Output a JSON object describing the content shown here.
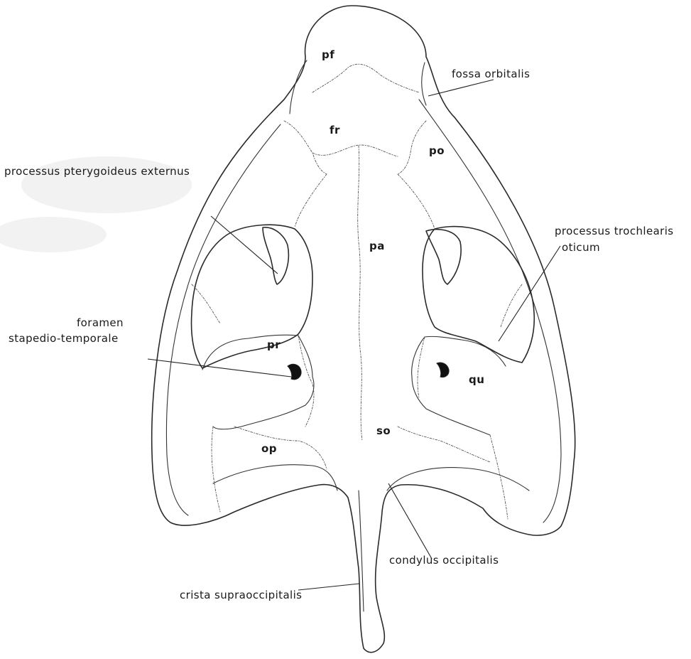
{
  "labels": {
    "pf": "pf",
    "fr": "fr",
    "po": "po",
    "pa": "pa",
    "pr": "pr",
    "qu": "qu",
    "so": "so",
    "op": "op",
    "fossa_orbitalis": "fossa orbitalis",
    "processus_pterygoideus_externus": "processus pterygoideus externus",
    "processus_trochlearis_oticum_line1": "processus trochlearis",
    "processus_trochlearis_oticum_line2": "oticum",
    "foramen_line1": "foramen",
    "foramen_line2": "stapedio-temporale",
    "condylus_occipitalis": "condylus occipitalis",
    "crista_supraoccipitalis": "crista supraoccipitalis"
  }
}
